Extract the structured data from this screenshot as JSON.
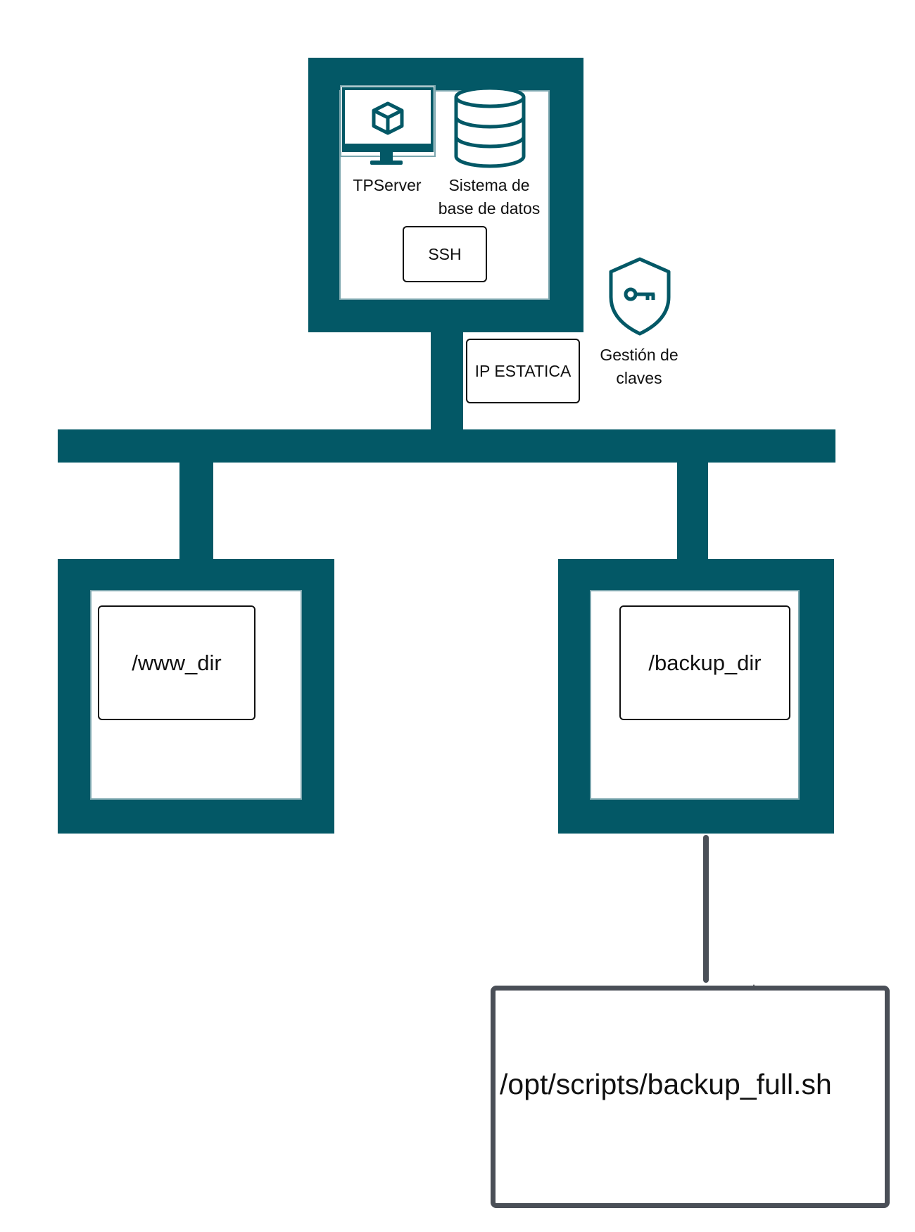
{
  "colors": {
    "node": "#035866",
    "line": "#4a4f57",
    "text": "#111111"
  },
  "server": {
    "app_label": "TPServer",
    "db_label_line1": "Sistema de",
    "db_label_line2": "base de datos",
    "ssh_label": "SSH",
    "app_icon": "monitor-cube-icon",
    "db_icon": "database-icon"
  },
  "network": {
    "static_ip_label": "IP ESTATICA"
  },
  "key_management": {
    "icon": "shield-key-icon",
    "label_line1": "Gestión de",
    "label_line2": "claves"
  },
  "www_node": {
    "dir_label": "/www_dir"
  },
  "backup_node": {
    "dir_label": "/backup_dir"
  },
  "script": {
    "path_label": "/opt/scripts/backup_full.sh"
  }
}
